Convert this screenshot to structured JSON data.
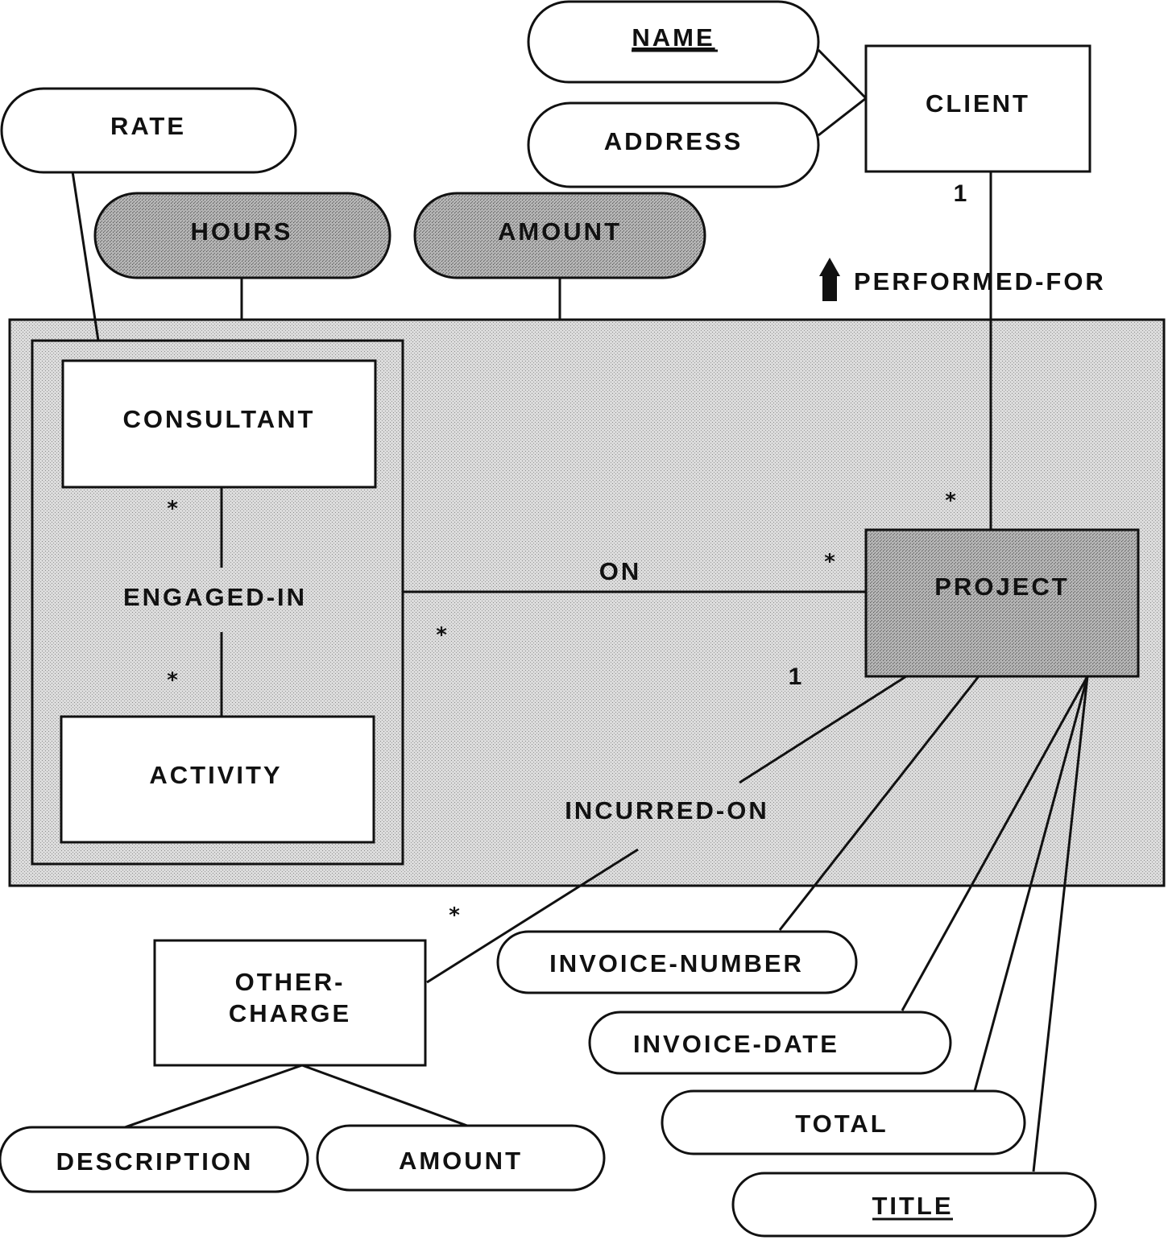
{
  "entities": {
    "client": "CLIENT",
    "consultant": "CONSULTANT",
    "activity": "ACTIVITY",
    "project": "PROJECT",
    "other_charge_line1": "OTHER-",
    "other_charge_line2": "CHARGE"
  },
  "attributes": {
    "name": "NAME",
    "address": "ADDRESS",
    "rate": "RATE",
    "hours": "HOURS",
    "amount_top": "AMOUNT",
    "invoice_number": "INVOICE-NUMBER",
    "invoice_date": "INVOICE-DATE",
    "total": "TOTAL",
    "title": "TITLE",
    "description": "DESCRIPTION",
    "amount_bottom": "AMOUNT"
  },
  "relationships": {
    "performed_for": "PERFORMED-FOR",
    "engaged_in": "ENGAGED-IN",
    "on": "ON",
    "incurred_on": "INCURRED-ON"
  },
  "cardinalities": {
    "client_one": "1",
    "project_many_top": "*",
    "consultant_many": "*",
    "activity_many": "*",
    "on_many_right": "*",
    "on_many_left": "*",
    "incurred_one": "1",
    "incurred_many": "*"
  },
  "colors": {
    "line": "#111111",
    "shade_light": "#d4d4d4",
    "shade_dark": "#a8a8a8",
    "box_fill": "#ffffff"
  }
}
